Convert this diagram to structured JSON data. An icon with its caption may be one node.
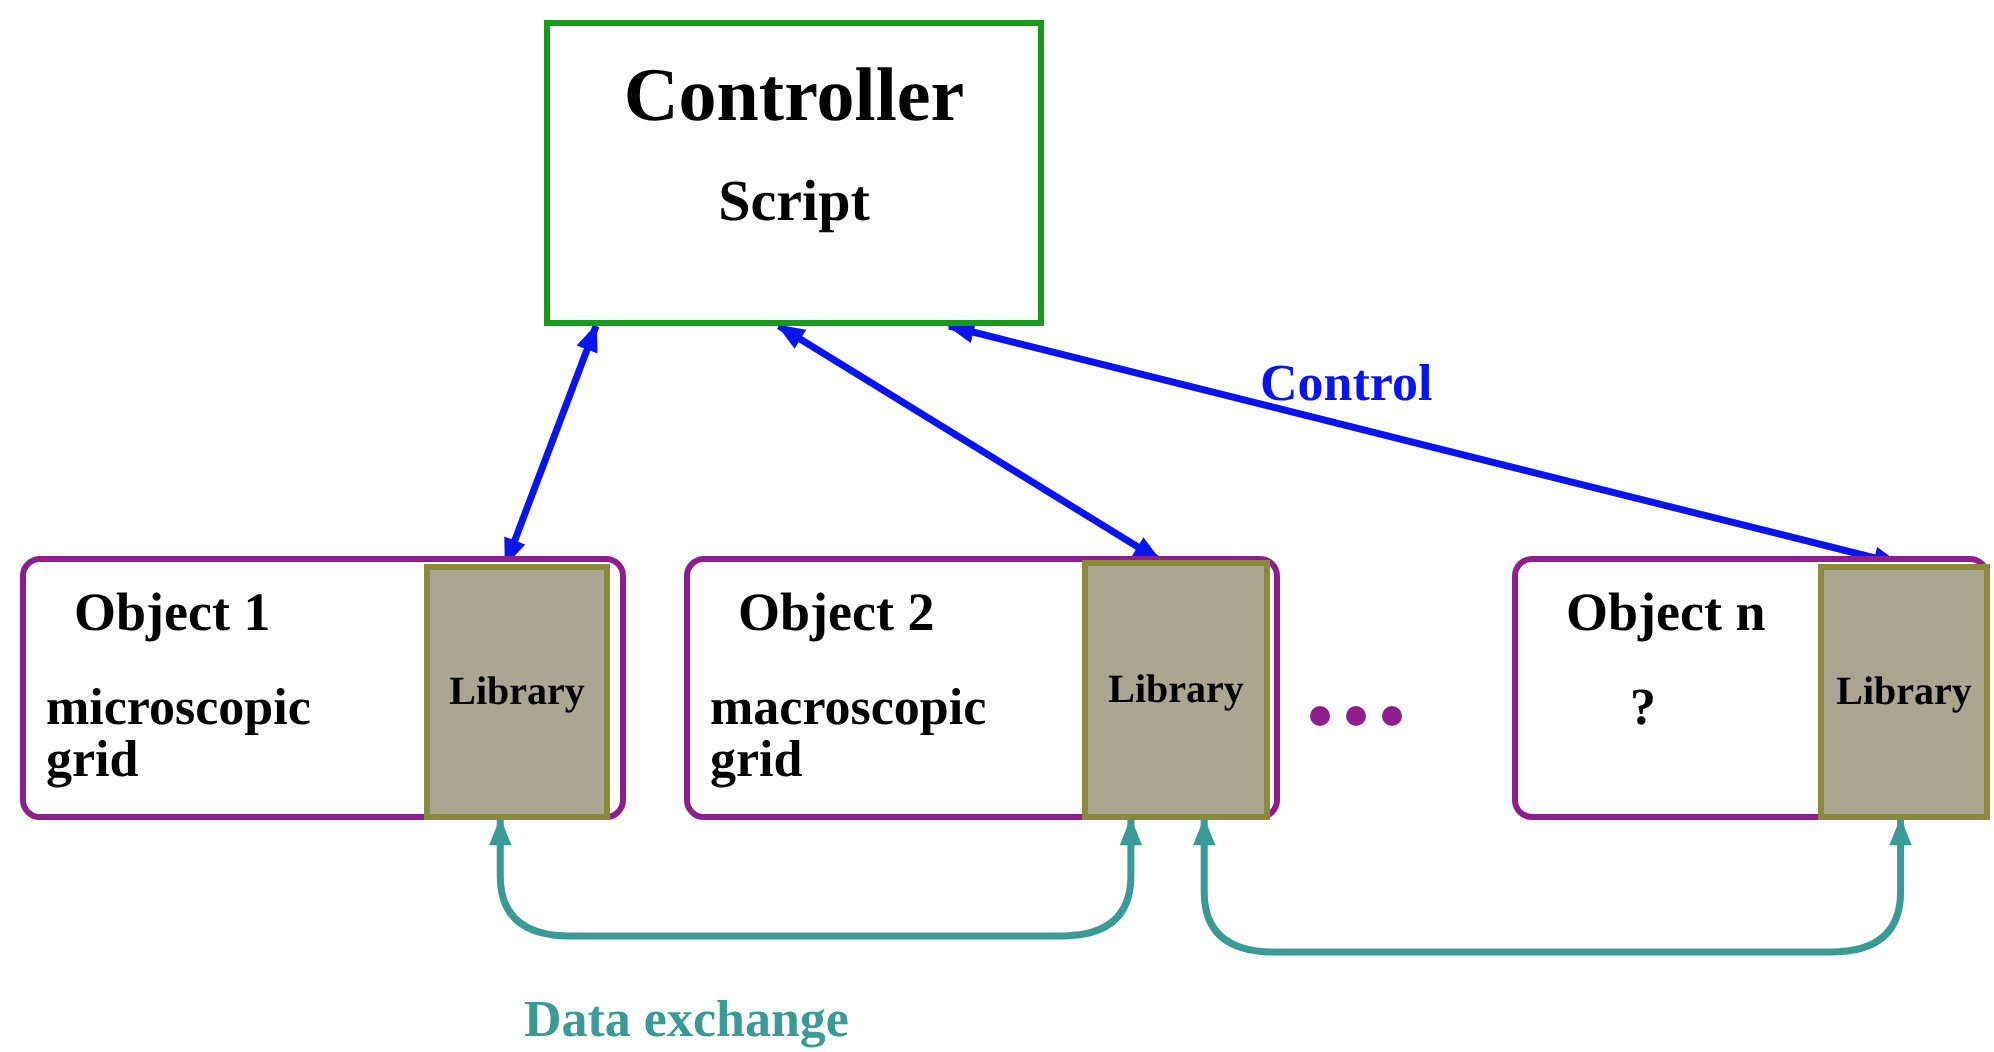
{
  "diagram": {
    "nodes": [
      {
        "text": [
          "Controller",
          "Script"
        ]
      },
      {
        "text": [
          "Object 1",
          "microscopic grid"
        ]
      },
      {
        "text": [
          "Library"
        ],
        "in": 1
      },
      {
        "text": [
          "Object 2",
          "macroscopic grid"
        ]
      },
      {
        "text": [
          "Library"
        ],
        "in": 3
      },
      {
        "text": [
          "Object n",
          "?"
        ]
      },
      {
        "text": [
          "Library"
        ],
        "in": 5
      }
    ],
    "edges": [
      {
        "from": 0,
        "to": 2,
        "arrow": "both",
        "color": "#0a14f0"
      },
      {
        "from": 0,
        "to": 4,
        "arrow": "both",
        "color": "#0a14f0"
      },
      {
        "from": 0,
        "to": 6,
        "arrow": "both",
        "label": "Control",
        "color": "#0a14f0"
      },
      {
        "from": 2,
        "to": 4,
        "arrow": "both",
        "label": "Data exchange",
        "color": "#3a9a96"
      },
      {
        "from": 4,
        "to": 6,
        "arrow": "both",
        "color": "#3a9a96"
      }
    ]
  }
}
